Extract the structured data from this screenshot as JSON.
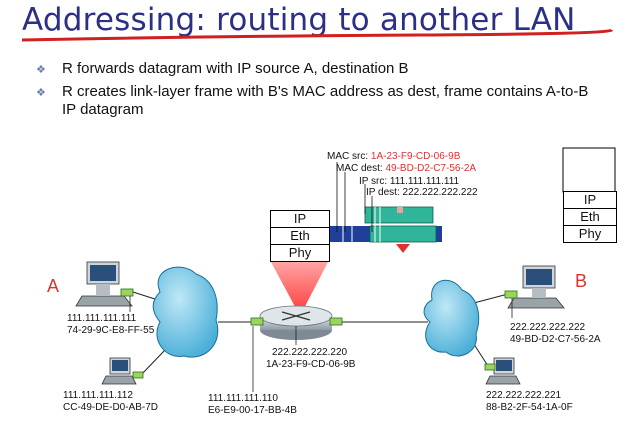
{
  "title": "Addressing: routing to another LAN",
  "bullets": [
    "R forwards datagram with IP source A, destination B",
    "R creates link-layer frame with B's MAC address as dest, frame contains A-to-B IP datagram"
  ],
  "frame": {
    "mac_src_label": "MAC src:",
    "mac_src": "1A-23-F9-CD-06-9B",
    "mac_dest_label": "MAC dest:",
    "mac_dest": "49-BD-D2-C7-56-2A",
    "ip_src": "IP src: 111.111.111.111",
    "ip_dest": "IP dest: 222.222.222.222"
  },
  "router_stack": [
    "IP",
    "Eth",
    "Phy"
  ],
  "right_stack": [
    "IP",
    "Eth",
    "Phy"
  ],
  "hosts": {
    "A": {
      "label": "A",
      "ip": "111.111.111.111",
      "mac": "74-29-9C-E8-FF-55"
    },
    "A2": {
      "ip": "111.111.111.112",
      "mac": "CC-49-DE-D0-AB-7D"
    },
    "B": {
      "label": "B",
      "ip": "222.222.222.222",
      "mac": "49-BD-D2-C7-56-2A"
    },
    "B2": {
      "ip": "222.222.222.221",
      "mac": "88-B2-2F-54-1A-0F"
    }
  },
  "router": {
    "left_ip": "111.111.111.110",
    "left_mac": "E6-E9-00-17-BB-4B",
    "right_ip": "222.222.222.220",
    "right_mac": "1A-23-F9-CD-06-9B"
  },
  "colors": {
    "title": "#2b2f86",
    "underline": "#d02020",
    "accent_red": "#e03030",
    "frame_blue": "#1f3f9a",
    "frame_teal": "#2fb59a",
    "cloud": "#6ec7e6"
  }
}
